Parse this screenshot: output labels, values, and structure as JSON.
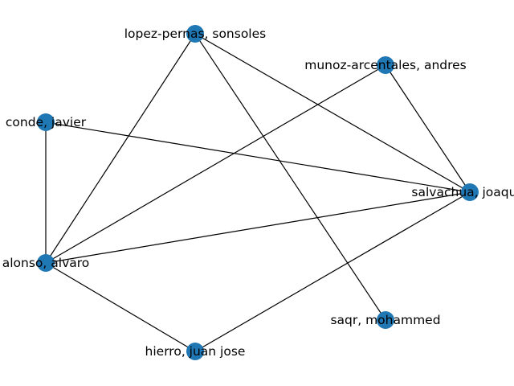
{
  "graph": {
    "node_color": "#1f77b4",
    "edge_color": "#000000",
    "nodes": [
      {
        "id": "lopez",
        "label": "lopez-pernas, sonsoles"
      },
      {
        "id": "munoz",
        "label": "munoz-arcentales, andres"
      },
      {
        "id": "conde",
        "label": "conde, javier"
      },
      {
        "id": "salvachua",
        "label": "salvachua, joaquin"
      },
      {
        "id": "alonso",
        "label": "alonso, alvaro"
      },
      {
        "id": "saqr",
        "label": "saqr, mohammed"
      },
      {
        "id": "hierro",
        "label": "hierro, juan jose"
      }
    ],
    "edges": [
      [
        "lopez",
        "alonso"
      ],
      [
        "lopez",
        "salvachua"
      ],
      [
        "lopez",
        "saqr"
      ],
      [
        "munoz",
        "alonso"
      ],
      [
        "munoz",
        "salvachua"
      ],
      [
        "conde",
        "salvachua"
      ],
      [
        "conde",
        "alonso"
      ],
      [
        "salvachua",
        "alonso"
      ],
      [
        "salvachua",
        "hierro"
      ],
      [
        "alonso",
        "hierro"
      ]
    ]
  }
}
